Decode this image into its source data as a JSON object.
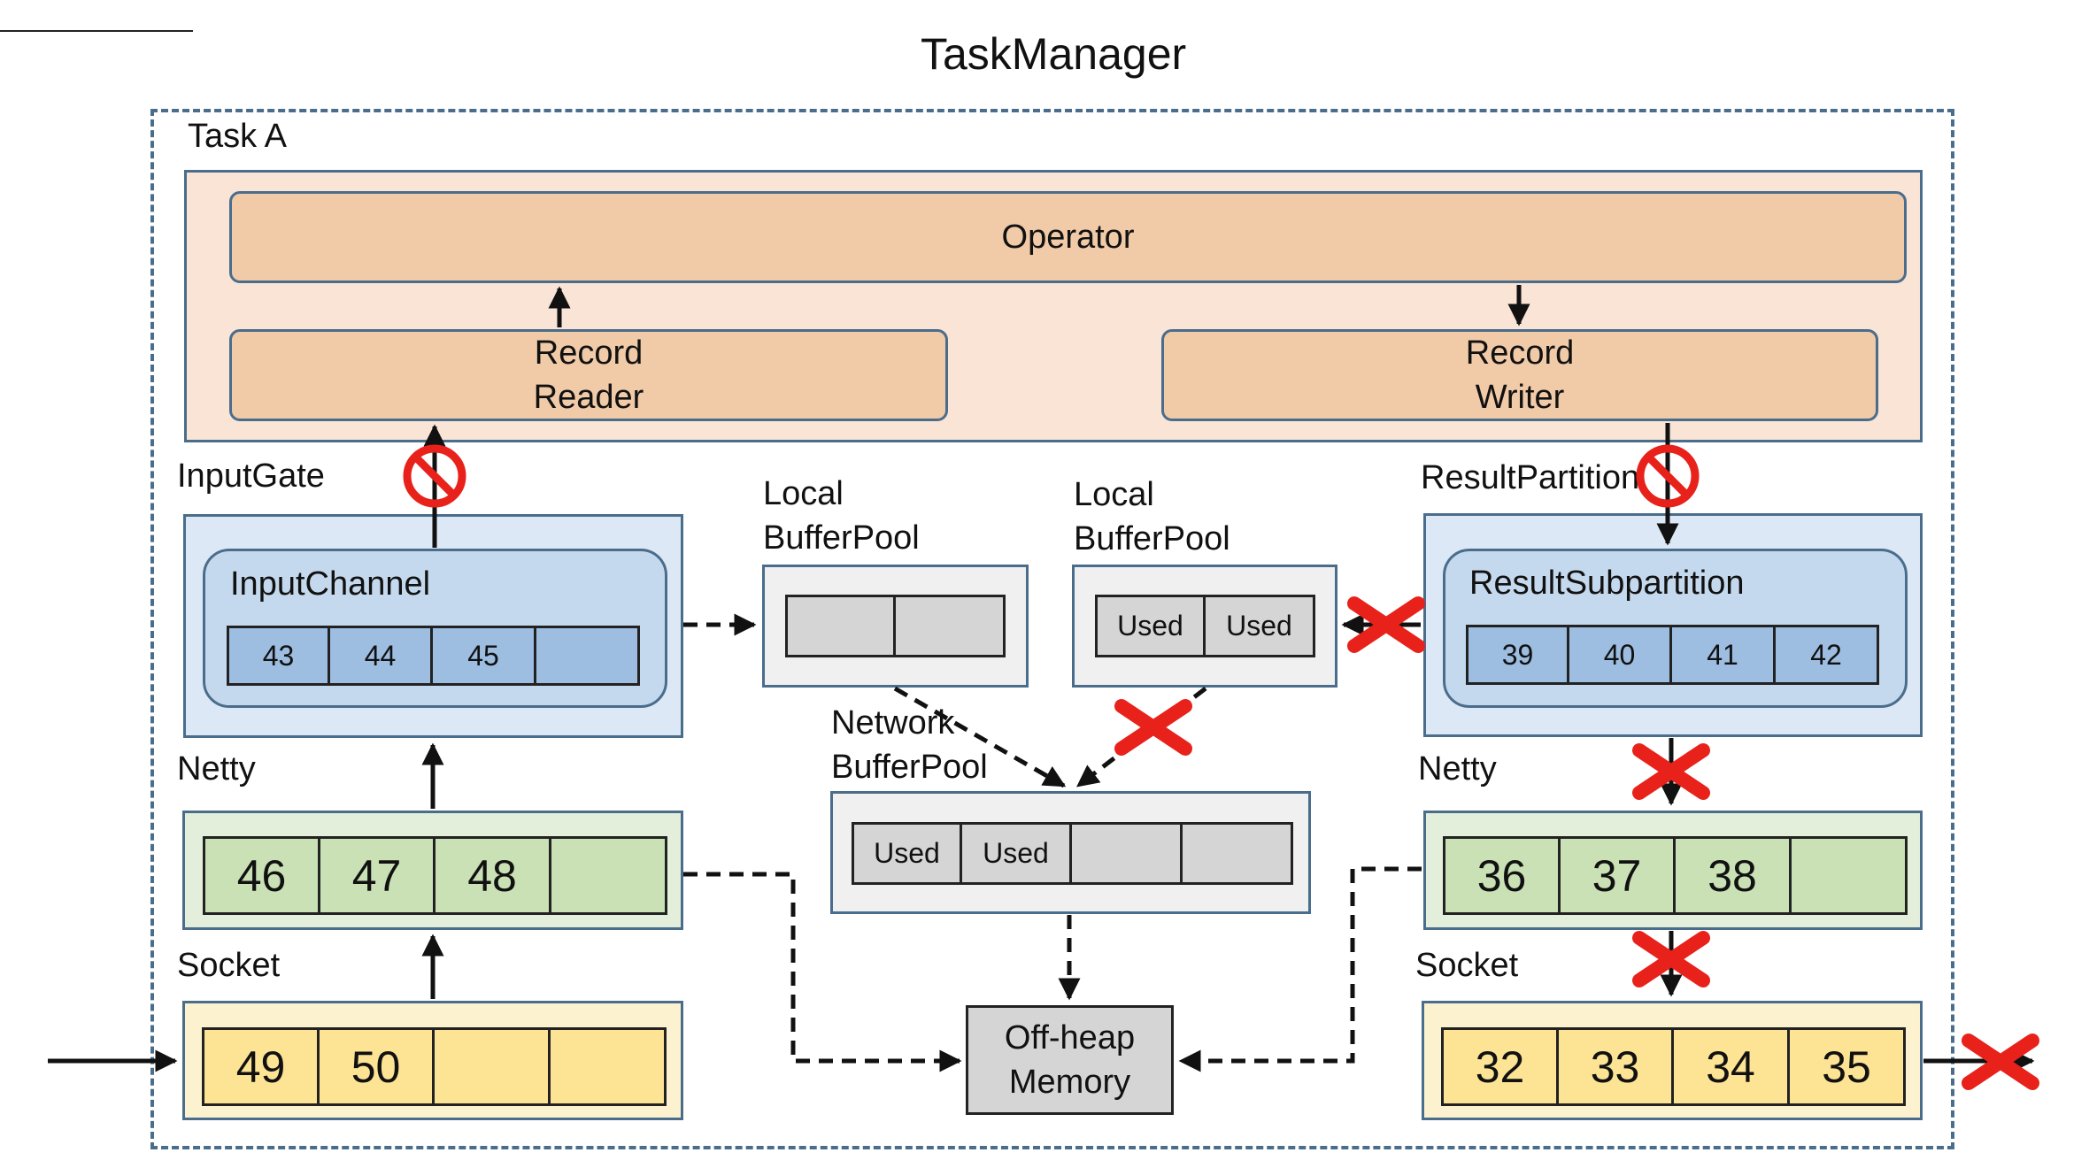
{
  "title": "TaskManager",
  "task_label": "Task A",
  "operator": {
    "label": "Operator"
  },
  "record_reader": {
    "line1": "Record",
    "line2": "Reader"
  },
  "record_writer": {
    "line1": "Record",
    "line2": "Writer"
  },
  "input_gate": {
    "label": "InputGate",
    "channel_label": "InputChannel",
    "buffers": [
      "43",
      "44",
      "45",
      ""
    ]
  },
  "result_partition": {
    "label": "ResultPartition",
    "subpartition_label": "ResultSubpartition",
    "buffers": [
      "39",
      "40",
      "41",
      "42"
    ]
  },
  "local_buffer_pool_left": {
    "line1": "Local",
    "line2": "BufferPool",
    "buffers": [
      "",
      ""
    ]
  },
  "local_buffer_pool_right": {
    "line1": "Local",
    "line2": "BufferPool",
    "buffers": [
      "Used",
      "Used"
    ]
  },
  "network_buffer_pool": {
    "line1": "Network",
    "line2": "BufferPool",
    "buffers": [
      "Used",
      "Used",
      "",
      ""
    ]
  },
  "netty_left": {
    "label": "Netty",
    "buffers": [
      "46",
      "47",
      "48",
      ""
    ]
  },
  "netty_right": {
    "label": "Netty",
    "buffers": [
      "36",
      "37",
      "38",
      ""
    ]
  },
  "socket_left": {
    "label": "Socket",
    "buffers": [
      "49",
      "50",
      "",
      ""
    ]
  },
  "socket_right": {
    "label": "Socket",
    "buffers": [
      "32",
      "33",
      "34",
      "35"
    ]
  },
  "offheap": {
    "line1": "Off-heap",
    "line2": "Memory"
  },
  "colors": {
    "task_border": "#4a6d8c",
    "operator_fill": "#f1caa8",
    "operator_bg": "#f9e4d6",
    "blue_outer": "#dce8f5",
    "blue_inner": "#c5d9ee",
    "blue_cell": "#9dbde1",
    "green_outer": "#e3eedb",
    "green_cell": "#c9e1b5",
    "yellow_outer": "#fdf2d0",
    "yellow_cell": "#fde394",
    "gray_outer": "#f0f0f0",
    "gray_cell": "#d5d5d5",
    "blocked_red": "#e8221b"
  }
}
